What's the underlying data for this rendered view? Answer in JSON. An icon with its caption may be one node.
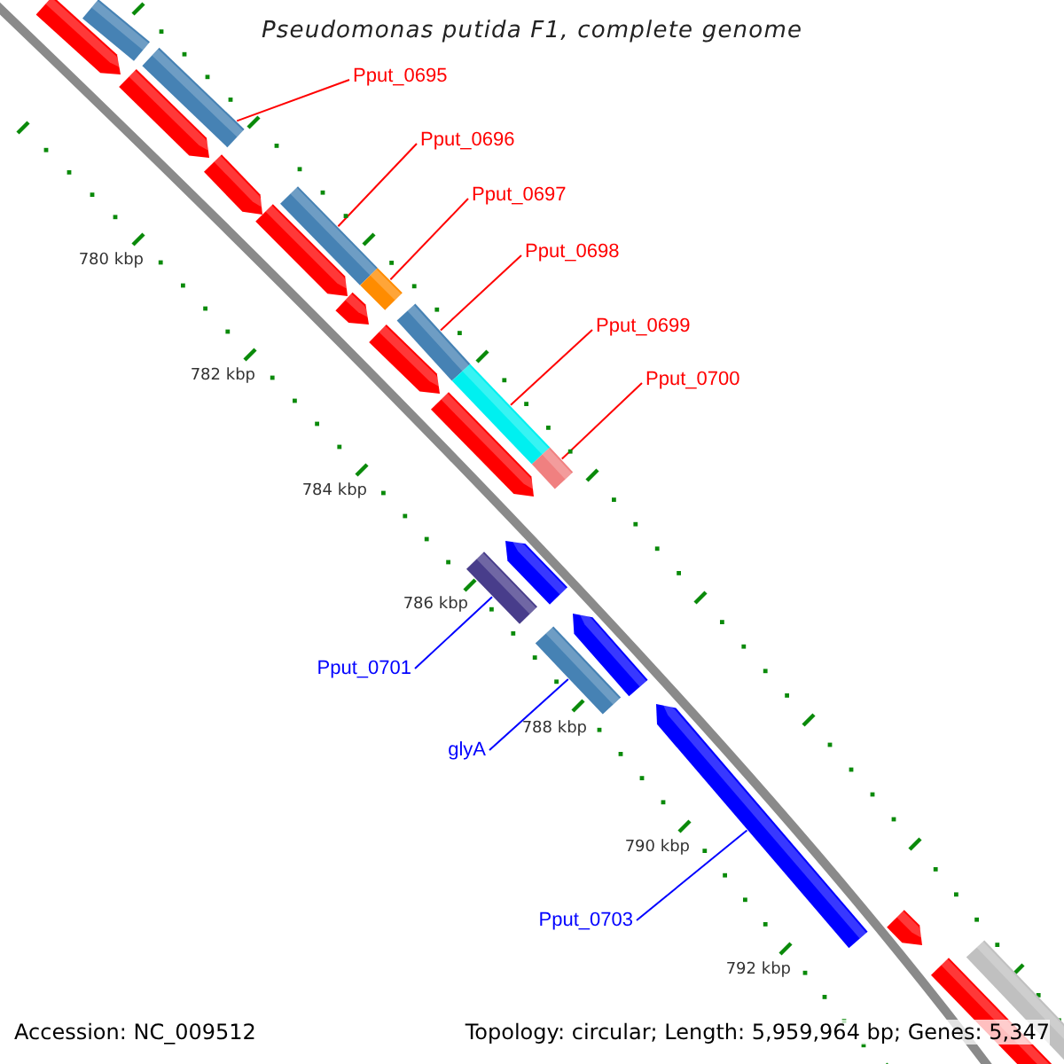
{
  "diagram": {
    "title": "Pseudomonas putida F1, complete genome",
    "nodes": [
      {
        "text": [
          "Pput_0695"
        ]
      },
      {
        "text": [
          "Pput_0696"
        ]
      },
      {
        "text": [
          "Pput_0697"
        ]
      },
      {
        "text": [
          "Pput_0698"
        ]
      },
      {
        "text": [
          "Pput_0699"
        ]
      },
      {
        "text": [
          "Pput_0700"
        ]
      },
      {
        "text": [
          "Pput_0701"
        ]
      },
      {
        "text": [
          "glyA"
        ]
      },
      {
        "text": [
          "Pput_0703"
        ]
      },
      {
        "text": [],
        "shape": "arrow"
      },
      {
        "text": [],
        "shape": "bar"
      },
      {
        "text": [],
        "shape": "arrow"
      },
      {
        "text": [],
        "shape": "bar"
      },
      {
        "text": [],
        "shape": "arrow"
      },
      {
        "text": [],
        "shape": "arrow"
      },
      {
        "text": [],
        "shape": "bar"
      },
      {
        "text": [],
        "shape": "arrow"
      },
      {
        "text": [],
        "shape": "bar"
      },
      {
        "text": [],
        "shape": "arrow"
      },
      {
        "text": [],
        "shape": "bar"
      },
      {
        "text": [],
        "shape": "bar"
      },
      {
        "text": [],
        "shape": "arrow"
      },
      {
        "text": [],
        "shape": "bar"
      },
      {
        "text": [],
        "shape": "bar"
      },
      {
        "text": [],
        "shape": "arrow"
      },
      {
        "text": [],
        "shape": "bar"
      },
      {
        "text": [],
        "shape": "arrow"
      },
      {
        "text": [],
        "shape": "arrow"
      },
      {
        "text": [],
        "shape": "arrow"
      },
      {
        "text": [],
        "shape": "arrow"
      },
      {
        "text": [],
        "shape": "bar"
      }
    ],
    "edges": [
      {
        "from": 0,
        "to": 12,
        "arrow": "none"
      },
      {
        "from": 1,
        "to": 15,
        "arrow": "none"
      },
      {
        "from": 2,
        "to": 17,
        "arrow": "none"
      },
      {
        "from": 3,
        "to": 19,
        "arrow": "none"
      },
      {
        "from": 4,
        "to": 20,
        "arrow": "none"
      },
      {
        "from": 5,
        "to": 22,
        "arrow": "none"
      },
      {
        "from": 6,
        "to": 23,
        "arrow": "none",
        "color": "#0000ff"
      },
      {
        "from": 7,
        "to": 25,
        "arrow": "none",
        "color": "#0000ff"
      },
      {
        "from": 8,
        "to": 27,
        "arrow": "none",
        "color": "#0000ff"
      }
    ],
    "labels": [
      "780 kbp",
      "782 kbp",
      "784 kbp",
      "786 kbp",
      "788 kbp",
      "790 kbp",
      "792 kbp",
      "Accession: NC_009512",
      "Topology: circular; Length: 5,959,964 bp; Genes: 5,347"
    ]
  }
}
